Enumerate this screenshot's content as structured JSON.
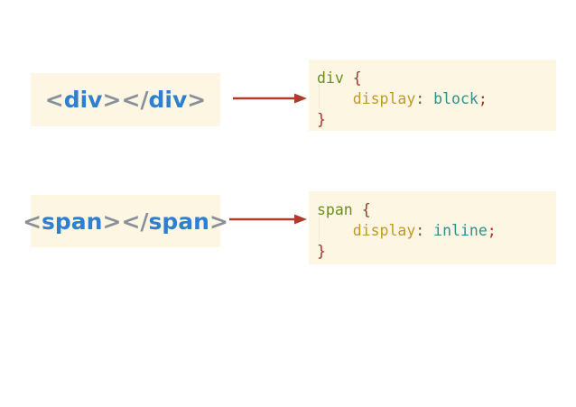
{
  "page": {
    "background": "#ffffff",
    "panel_background": "#fdf6e3",
    "arrow_color": "#b03a2a"
  },
  "palette": {
    "tag_punct": "#8a9099",
    "tag_name": "#2f7fd0",
    "selector": "#6b8e23",
    "brace": "#a8322a",
    "property": "#c2982f",
    "value": "#2f8f8a",
    "semicolon": "#a8322a"
  },
  "rows": [
    {
      "id": "div",
      "tag": {
        "open_lt": "<",
        "open_name": "div",
        "open_gt": ">",
        "close_lt": "</",
        "close_name": "div",
        "close_gt": ">"
      },
      "arrow_name": "arrow-div-to-css",
      "code": {
        "selector": "div",
        "open_brace": "{",
        "property": "display",
        "colon": ":",
        "value": "block",
        "semicolon": ";",
        "close_brace": "}"
      }
    },
    {
      "id": "span",
      "tag": {
        "open_lt": "<",
        "open_name": "span",
        "open_gt": ">",
        "close_lt": "</",
        "close_name": "span",
        "close_gt": ">"
      },
      "arrow_name": "arrow-span-to-css",
      "code": {
        "selector": "span",
        "open_brace": "{",
        "property": "display",
        "colon": ":",
        "value": "inline",
        "semicolon": ";",
        "close_brace": "}"
      }
    }
  ]
}
